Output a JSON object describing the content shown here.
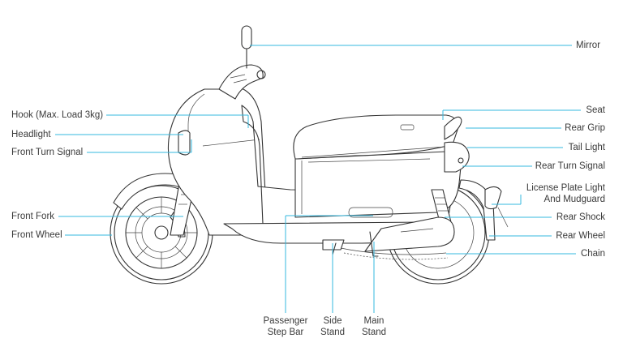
{
  "title": "",
  "labels": {
    "mirror": "Mirror",
    "hook": "Hook (Max. Load 3kg)",
    "headlight": "Headlight",
    "front_turn_signal": "Front Turn Signal",
    "front_fork": "Front Fork",
    "front_wheel": "Front Wheel",
    "seat": "Seat",
    "rear_grip": "Rear Grip",
    "tail_light": "Tail Light",
    "rear_turn_signal": "Rear Turn Signal",
    "license_plate_light_line1": "License Plate Light",
    "license_plate_light_line2": "And Mudguard",
    "rear_shock": "Rear Shock",
    "rear_wheel": "Rear Wheel",
    "chain": "Chain",
    "passenger_step_bar_line1": "Passenger",
    "passenger_step_bar_line2": "Step Bar",
    "side_stand_line1": "Side",
    "side_stand_line2": "Stand",
    "main_stand_line1": "Main",
    "main_stand_line2": "Stand"
  },
  "colors": {
    "leader": "#35b8df",
    "outline": "#333333",
    "text": "#3a3a3a"
  }
}
